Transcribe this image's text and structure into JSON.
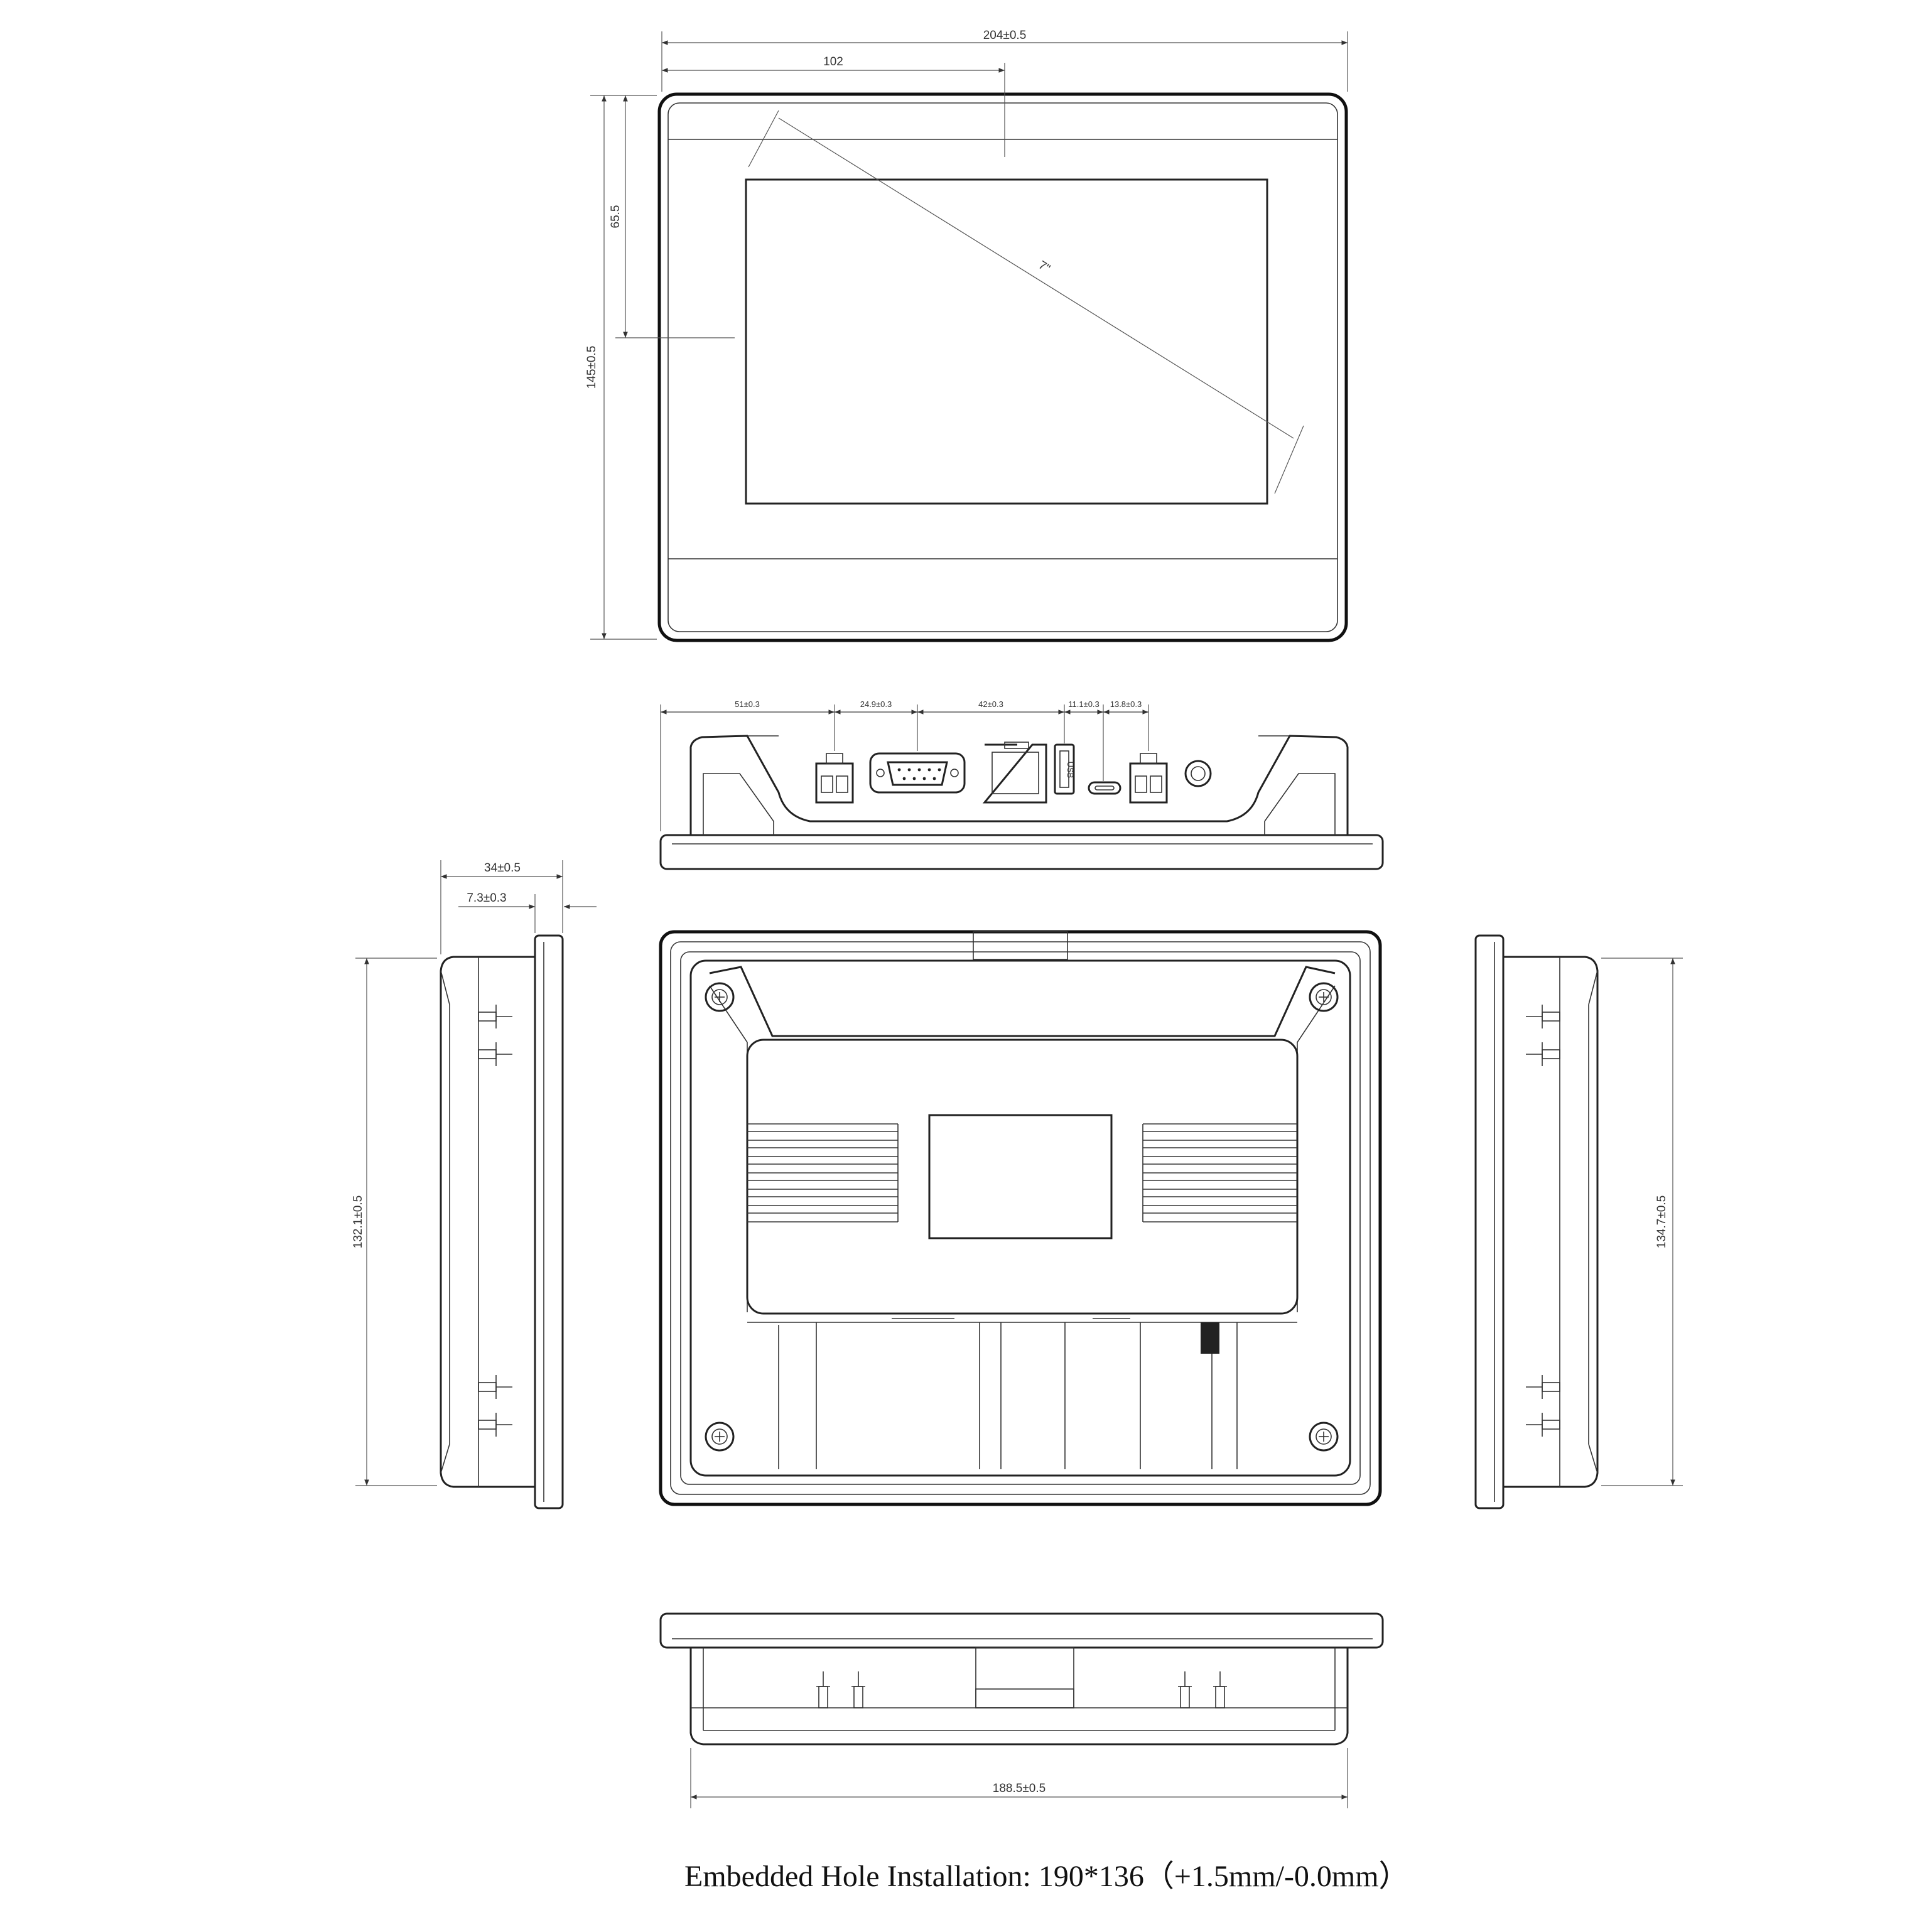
{
  "front_view": {
    "width_label": "204±0.5",
    "half_width_label": "102",
    "height_label": "145±0.5",
    "offset_label": "65.5",
    "diagonal_label": "7\""
  },
  "port_view": {
    "dims": [
      "51±0.3",
      "24.9±0.3",
      "42±0.3",
      "11.1±0.3",
      "13.8±0.3"
    ],
    "usb_label": "USB"
  },
  "left_side_view": {
    "depth_label": "34±0.5",
    "bezel_label": "7.3±0.3",
    "height_label": "132.1±0.5"
  },
  "right_side_view": {
    "height_label": "134.7±0.5"
  },
  "bottom_view": {
    "width_label": "188.5±0.5"
  },
  "caption": "Embedded Hole Installation: 190*136（+1.5mm/-0.0mm）"
}
